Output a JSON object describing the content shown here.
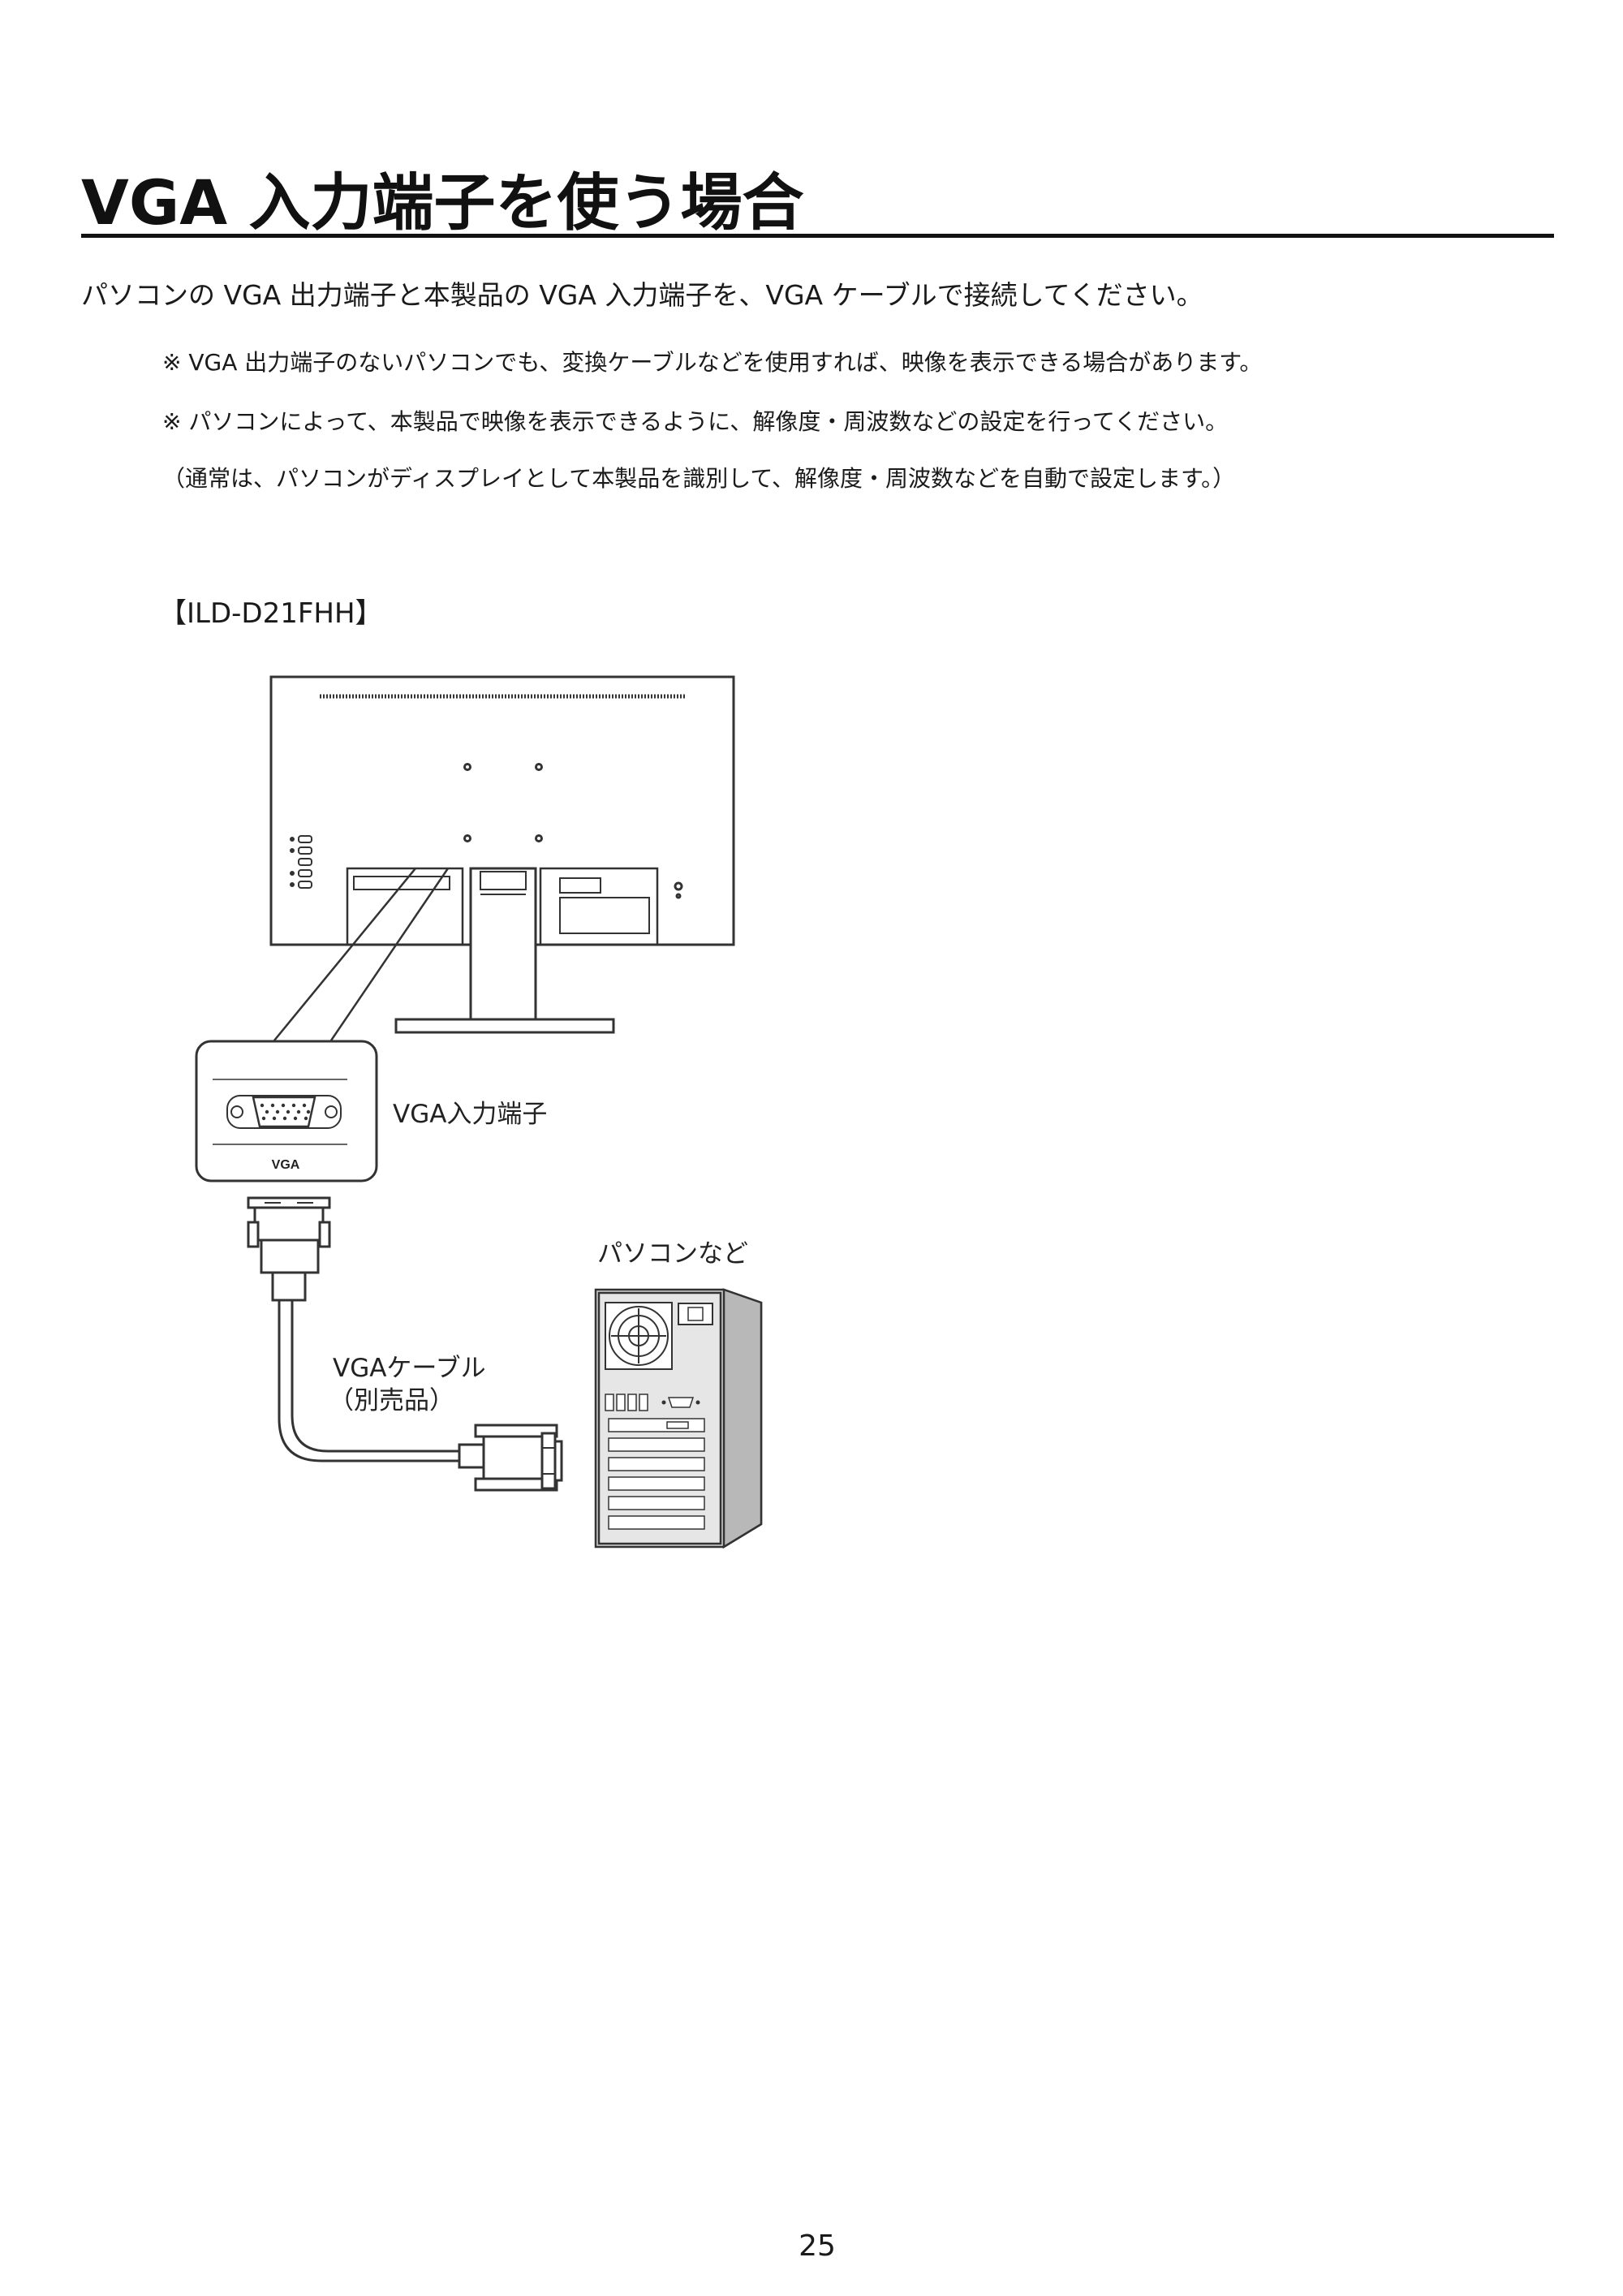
{
  "section_title": "VGA 入力端子を使う場合",
  "intro": "パソコンの VGA 出力端子と本製品の VGA 入力端子を、VGA ケーブルで接続してください。",
  "notes": [
    "※ VGA 出力端子のないパソコンでも、変換ケーブルなどを使用すれば、映像を表示できる場合があります。",
    "※ パソコンによって、本製品で映像を表示できるように、解像度・周波数などの設定を行ってください。",
    "（通常は、パソコンがディスプレイとして本製品を識別して、解像度・周波数などを自動で設定します。）"
  ],
  "model": "【ILD-D21FHH】",
  "diagram": {
    "port_badge": "VGA",
    "port_label": "VGA入力端子",
    "pc_label": "パソコンなど",
    "cable_label_line1": "VGAケーブル",
    "cable_label_line2": "（別売品）"
  },
  "page_number": "25"
}
